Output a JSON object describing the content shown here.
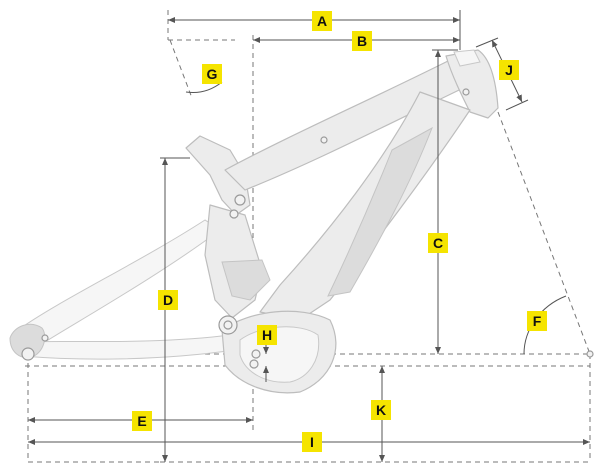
{
  "labels": {
    "A": "A",
    "B": "B",
    "C": "C",
    "D": "D",
    "E": "E",
    "F": "F",
    "G": "G",
    "H": "H",
    "I": "I",
    "J": "J",
    "K": "K"
  },
  "colors": {
    "label_background": "#f5e400",
    "frame": "#ececec",
    "dimension_line": "#555555"
  }
}
